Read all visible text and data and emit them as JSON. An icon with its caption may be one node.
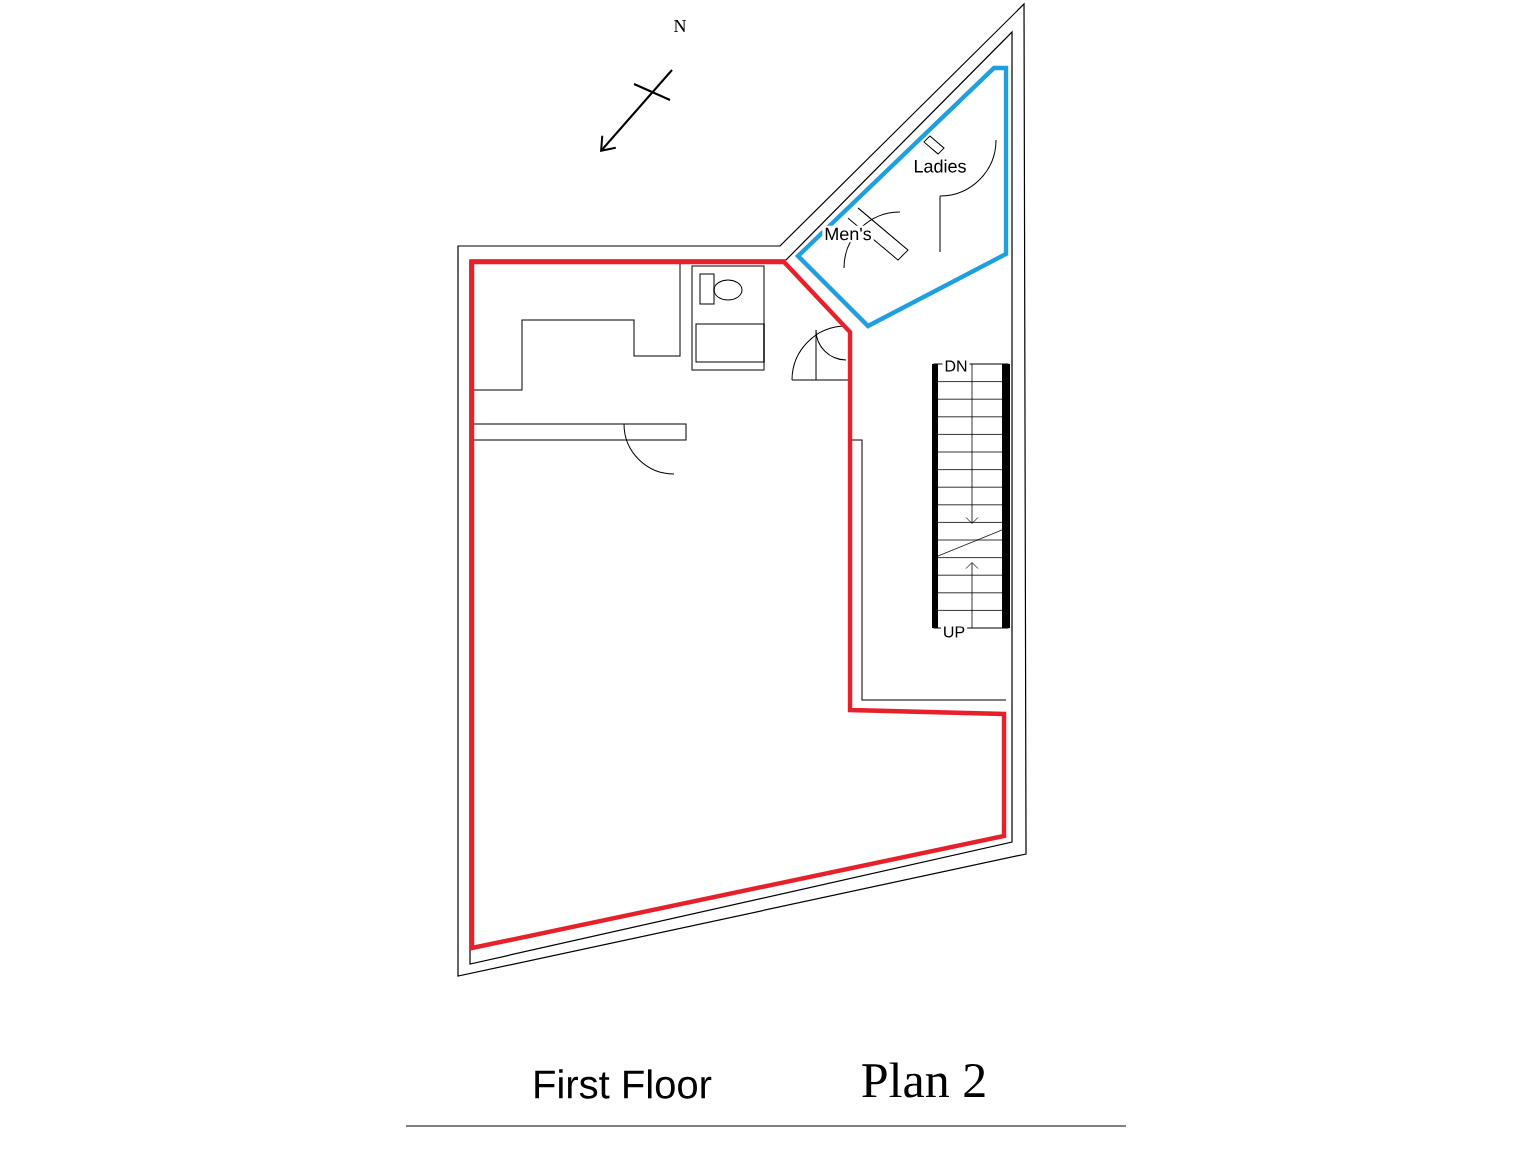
{
  "diagram": {
    "labels": [
      "N",
      "Ladies",
      "Men's",
      "DN",
      "UP",
      "First Floor",
      "Plan 2"
    ]
  }
}
